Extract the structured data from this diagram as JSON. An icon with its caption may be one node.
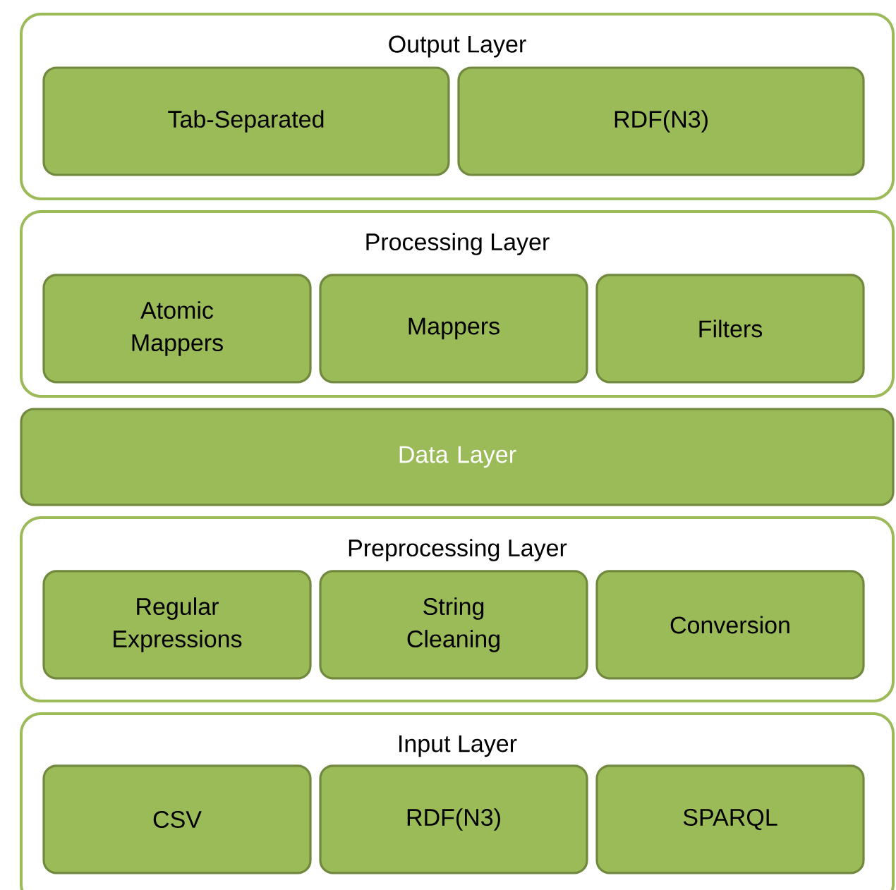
{
  "diagram": {
    "nodes": [
      {
        "text": [
          "Output Layer"
        ]
      },
      {
        "text": [
          "Tab-Separated"
        ],
        "in": 0
      },
      {
        "text": [
          "RDF(N3)"
        ],
        "in": 0
      },
      {
        "text": [
          "Processing Layer"
        ]
      },
      {
        "text": [
          "Atomic Mappers"
        ],
        "in": 3
      },
      {
        "text": [
          "Mappers"
        ],
        "in": 3
      },
      {
        "text": [
          "Filters"
        ],
        "in": 3
      },
      {
        "text": [
          "Data Layer"
        ]
      },
      {
        "text": [
          "Preprocessing Layer"
        ]
      },
      {
        "text": [
          "Regular Expressions"
        ],
        "in": 8
      },
      {
        "text": [
          "String Cleaning"
        ],
        "in": 8
      },
      {
        "text": [
          "Conversion"
        ],
        "in": 8
      },
      {
        "text": [
          "Input Layer"
        ]
      },
      {
        "text": [
          "CSV"
        ],
        "in": 12
      },
      {
        "text": [
          "RDF(N3)"
        ],
        "in": 12
      },
      {
        "text": [
          "SPARQL"
        ],
        "in": 12
      }
    ]
  }
}
